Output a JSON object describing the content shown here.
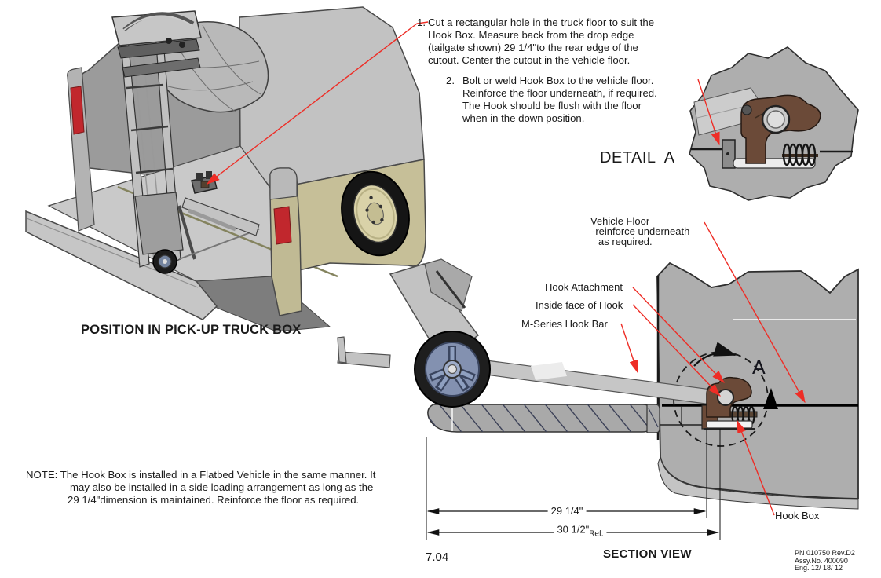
{
  "instructions": {
    "item1_number": "1.",
    "item1_lines": [
      "Cut a rectangular hole in the truck floor to suit the",
      "Hook Box. Measure back from the drop edge",
      "(tailgate shown) 29 1/4\"to the rear edge of the",
      "cutout. Center the cutout in the vehicle floor."
    ],
    "item2_number": "2.",
    "item2_lines": [
      "Bolt or weld Hook Box to the vehicle floor.",
      "Reinforce the floor underneath, if required.",
      "The Hook should be flush with the floor",
      "when in the down position."
    ]
  },
  "labels": {
    "detail_a_title": "DETAIL  A",
    "detail_a_marker": "A",
    "position_caption": "POSITION IN PICK-UP TRUCK BOX",
    "section_caption": "SECTION VIEW",
    "vehicle_floor_line1": "Vehicle Floor",
    "vehicle_floor_line2": "-reinforce underneath",
    "vehicle_floor_line3": "as required.",
    "hook_attachment": "Hook Attachment",
    "inside_face_of_hook": "Inside face of Hook",
    "m_series_hook_bar": "M-Series Hook Bar",
    "hook_box": "Hook Box"
  },
  "note": {
    "lines": [
      "NOTE: The Hook Box is installed in a Flatbed Vehicle in the same manner. It",
      "may also be installed in a side loading arrangement as long as the",
      "29 1/4\"dimension is maintained. Reinforce the floor as required."
    ]
  },
  "dimensions": {
    "dim1": "29 1/4\"",
    "dim2": "30 1/2\"",
    "dim2_suffix": "Ref."
  },
  "footer": {
    "page_number": "7.04",
    "part_number": "PN 010750 Rev.D2",
    "assembly_number": "Assy.No. 400090",
    "eng_date": "Eng. 12/ 18/ 12"
  },
  "colors": {
    "leader_red": "#ee2d26",
    "tail_light_red": "#c1272d",
    "tan_panel": "#c6bf98",
    "hook_brown": "#6b4a38",
    "section_grey": "#aeaeae",
    "text": "#1a1a1a"
  }
}
